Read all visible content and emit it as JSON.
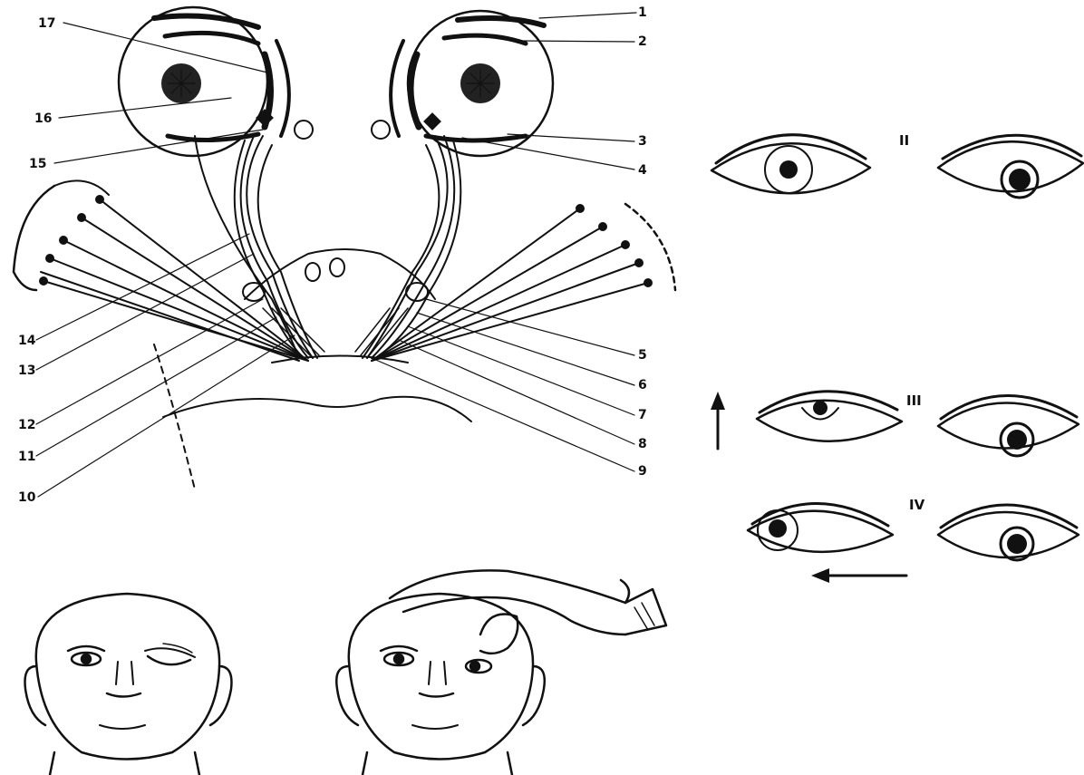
{
  "labels": {
    "right": [
      "1",
      "2",
      "3",
      "4",
      "5",
      "6",
      "7",
      "8",
      "9"
    ],
    "left": [
      "17",
      "16",
      "15",
      "14",
      "13",
      "12",
      "11",
      "10"
    ]
  },
  "panels": {
    "up_gaze": "II",
    "up_gaze_2": "III",
    "side_gaze": "IV"
  },
  "colors": {
    "ink": "#111111",
    "paper": "#ffffff"
  },
  "icons": [
    "arrow-up-icon",
    "arrow-left-icon",
    "eye-icon",
    "face-icon",
    "hand-icon"
  ]
}
